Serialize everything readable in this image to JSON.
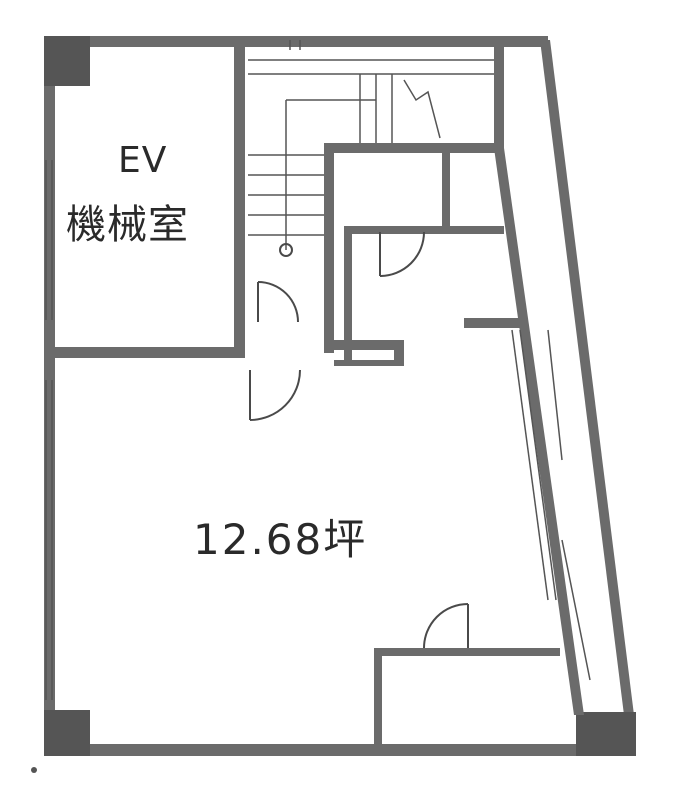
{
  "rooms": {
    "ev_label": "EV",
    "mechanical_label": "機械室",
    "area_label": "12.68坪"
  },
  "colors": {
    "wall": "#6b6b6b",
    "line": "#4a4a4a",
    "background": "#ffffff"
  }
}
